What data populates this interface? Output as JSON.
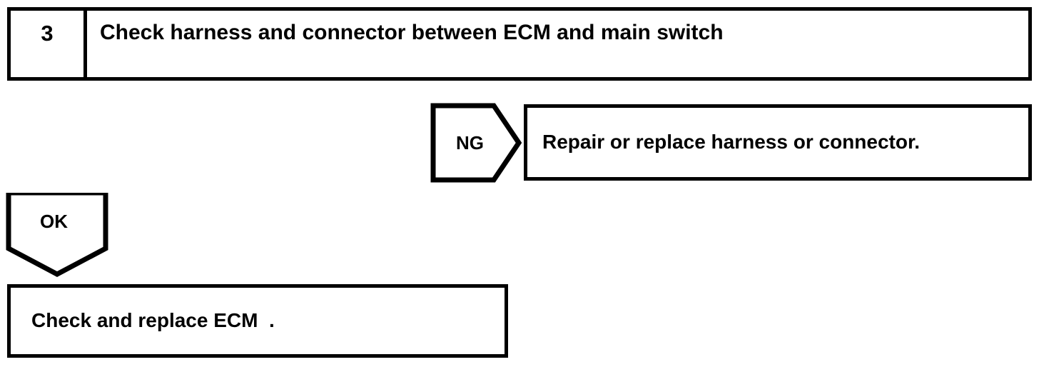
{
  "diagram": {
    "type": "troubleshooting-flowchart",
    "stroke_color": "#000000",
    "background_color": "#ffffff",
    "step": {
      "number": "3",
      "instruction": "Check harness and connector between ECM and main switch"
    },
    "branches": [
      {
        "id": "ng",
        "label": "NG",
        "direction": "right",
        "result": "Repair or replace harness or connector."
      },
      {
        "id": "ok",
        "label": "OK",
        "direction": "down",
        "result": "Check and replace ECM  ."
      }
    ]
  }
}
